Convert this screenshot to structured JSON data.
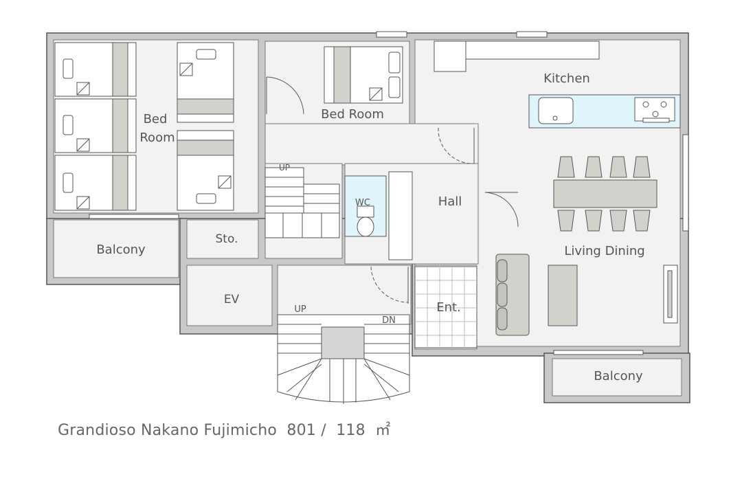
{
  "plan": {
    "rooms": {
      "bed_room_left_l1": "Bed",
      "bed_room_left_l2": "Room",
      "bed_room_top": "Bed Room",
      "kitchen": "Kitchen",
      "hall": "Hall",
      "wc": "WC",
      "storage": "Sto.",
      "living_dining": "Living Dining",
      "balcony_left": "Balcony",
      "balcony_right": "Balcony",
      "ev": "EV",
      "entrance": "Ent."
    },
    "stairs": {
      "up_inner": "UP",
      "up_outer": "UP",
      "down_outer": "DN"
    }
  },
  "caption": {
    "building": "Grandioso Nakano Fujimicho",
    "unit": "801 /",
    "area": "118",
    "unit_area": "㎡"
  },
  "colors": {
    "wall": "#c8c8c8",
    "floor": "#f2f2f2",
    "line": "#555555",
    "fixture": "#d2d2cd",
    "counter": "#dff5fb"
  }
}
